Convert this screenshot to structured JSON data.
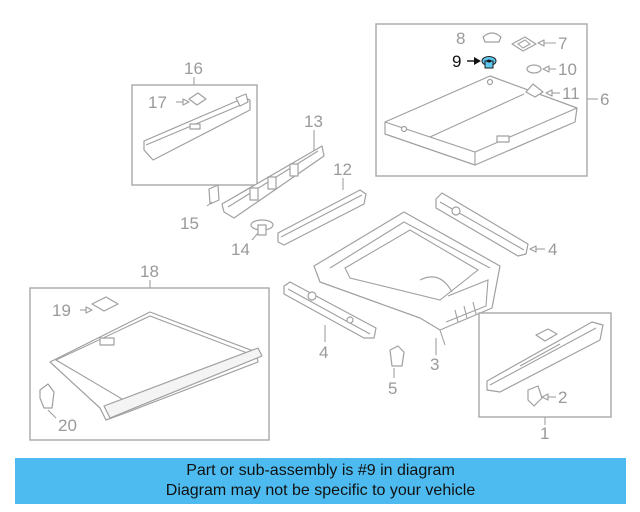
{
  "diagram": {
    "highlighted_part": "9",
    "highlight_color": "#5fc8f0",
    "callouts": {
      "c1": "1",
      "c2": "2",
      "c3": "3",
      "c4a": "4",
      "c4b": "4",
      "c5": "5",
      "c6": "6",
      "c7": "7",
      "c8": "8",
      "c9": "9",
      "c10": "10",
      "c11": "11",
      "c12": "12",
      "c13": "13",
      "c14": "14",
      "c15": "15",
      "c16": "16",
      "c17": "17",
      "c18": "18",
      "c19": "19",
      "c20": "20"
    }
  },
  "banner": {
    "line1": "Part or sub-assembly is #9 in diagram",
    "line2": "Diagram may not be specific to your vehicle",
    "color": "#4dbbf0"
  }
}
